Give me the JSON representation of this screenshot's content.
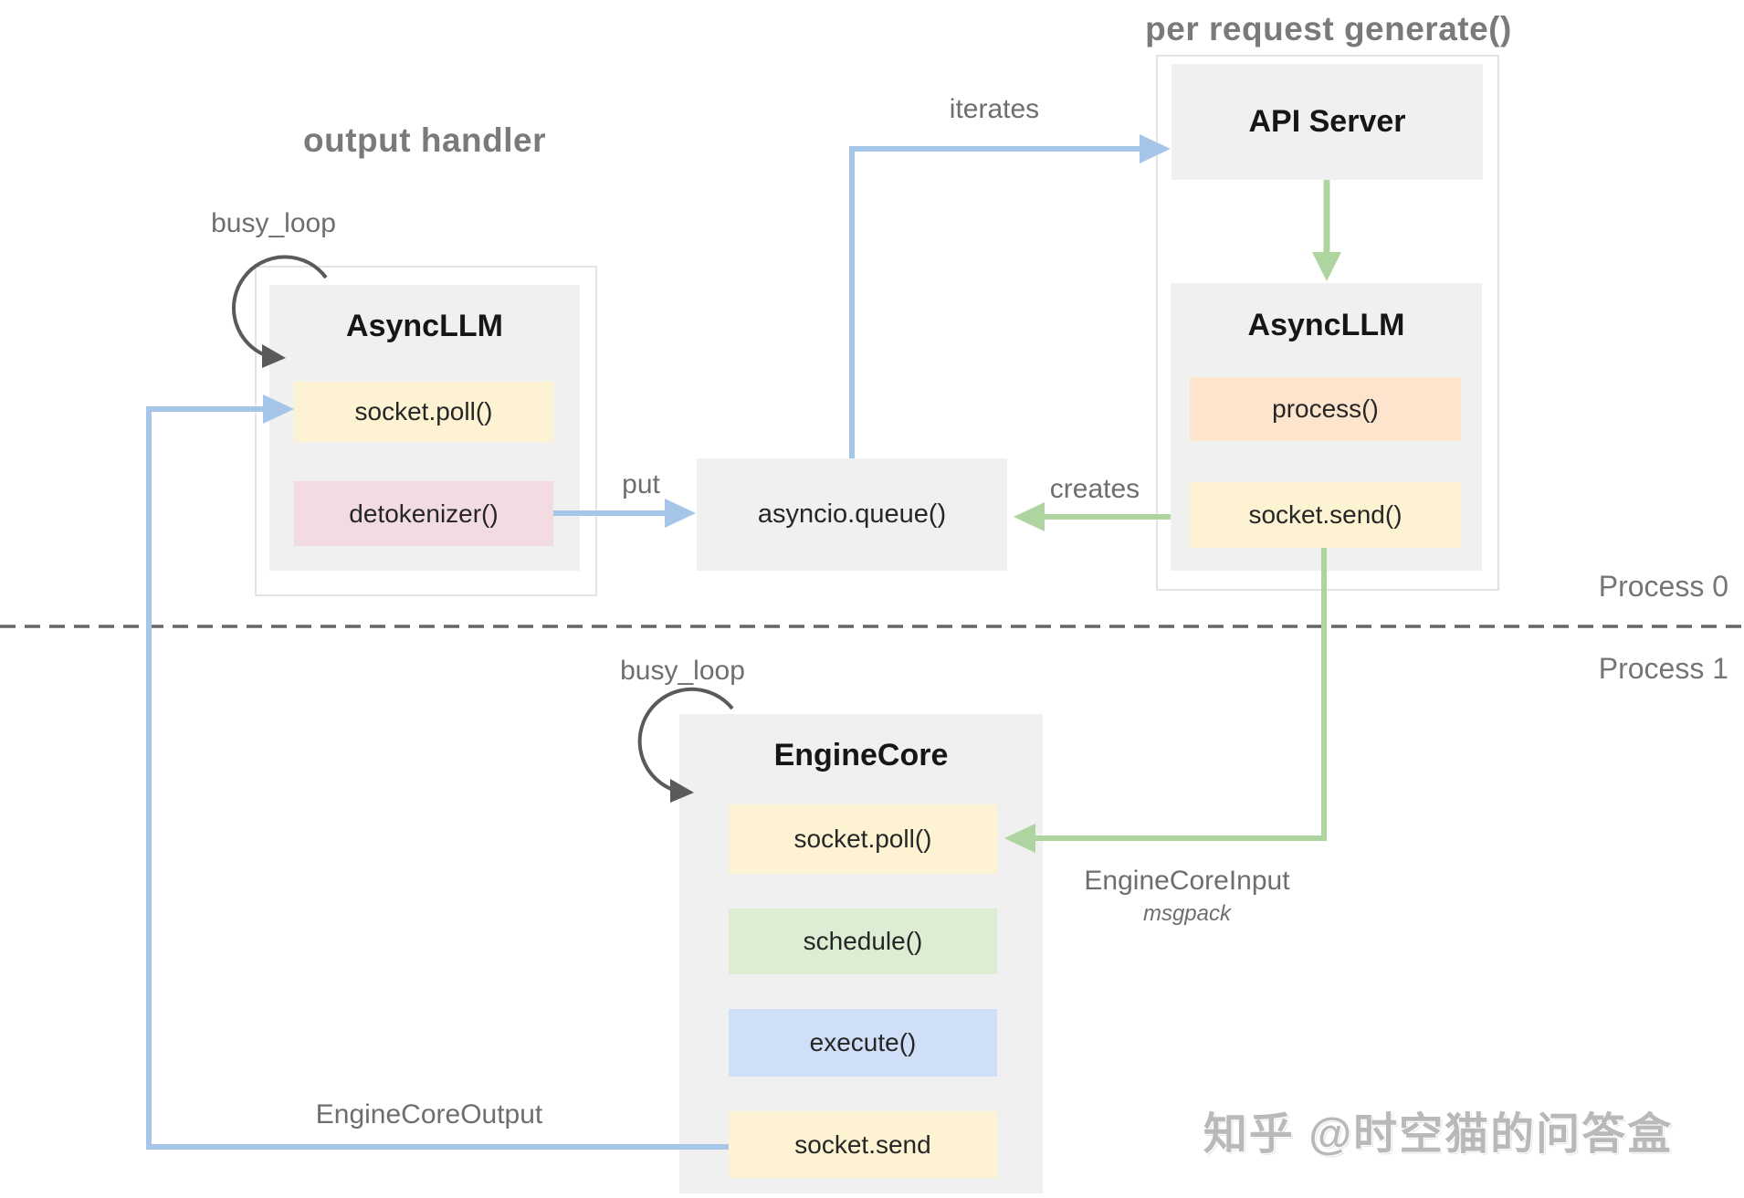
{
  "titles": {
    "output_handler": "output handler",
    "per_request": "per request generate()"
  },
  "labels": {
    "busy_loop_left": "busy_loop",
    "busy_loop_engine": "busy_loop",
    "iterates": "iterates",
    "put": "put",
    "creates": "creates",
    "engine_core_input": "EngineCoreInput",
    "engine_core_input_sub": "msgpack",
    "engine_core_output": "EngineCoreOutput",
    "process0": "Process 0",
    "process1": "Process 1"
  },
  "output_handler_group": {
    "component": "AsyncLLM",
    "methods": [
      {
        "label": "socket.poll()",
        "color": "#fdf3d2"
      },
      {
        "label": "detokenizer()",
        "color": "#f2dce2"
      }
    ]
  },
  "queue": {
    "label": "asyncio.queue()"
  },
  "per_request_group": {
    "api_server": "API Server",
    "component": "AsyncLLM",
    "methods": [
      {
        "label": "process()",
        "color": "#fce4cd"
      },
      {
        "label": "socket.send()",
        "color": "#fdf3d2"
      }
    ]
  },
  "engine_core": {
    "component": "EngineCore",
    "methods": [
      {
        "label": "socket.poll()",
        "color": "#fdf3d2"
      },
      {
        "label": "schedule()",
        "color": "#ddedd3"
      },
      {
        "label": "execute()",
        "color": "#cfdff7"
      },
      {
        "label": "socket.send",
        "color": "#fdf3d2"
      }
    ]
  },
  "watermark": "知乎 @时空猫的问答盒",
  "palette": {
    "arrow_blue": "#a5c6e9",
    "arrow_green": "#aed5a0",
    "loop_arrow_dark": "#5a5a5a",
    "dashed_divider": "#666666",
    "component_fill": "#f0f0f1",
    "container_border": "#e3e3e3",
    "yellow_fill": "#fdf3d2",
    "pink_fill": "#f2dce2",
    "peach_fill": "#fce4cd",
    "green_fill": "#ddedd3",
    "blue_fill": "#cfdff7",
    "title_gray": "#7a7a7a",
    "watermark_gray": "#b9b9b9"
  }
}
